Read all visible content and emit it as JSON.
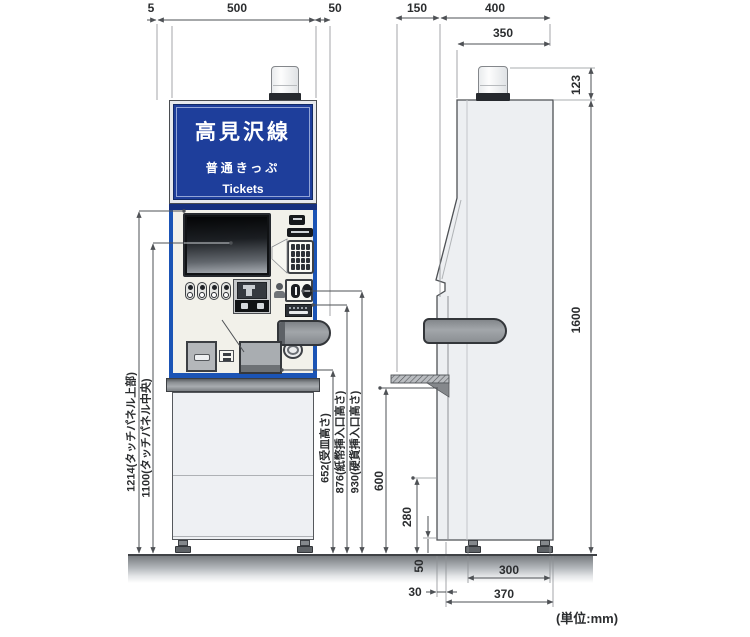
{
  "title_sign": {
    "line_name": "高見沢線",
    "ticket_type": "普通きっぷ",
    "ticket_en": "Tickets"
  },
  "dimensions": {
    "front_gap": "5",
    "front_width": "500",
    "front_protrusion": "50",
    "side_shelf_depth": "150",
    "side_depth": "400",
    "side_upper_depth": "350",
    "beacon_height": "123",
    "total_height": "1600",
    "touch_panel_top": "1214(タッチパネル上部)",
    "touch_panel_center": "1100(タッチパネル中央)",
    "tray_height": "652(受皿高さ)",
    "bill_slot_height": "876(紙幣挿入口高さ)",
    "coin_slot_height": "930(硬貨挿入口高さ)",
    "counter_height": "600",
    "kick_height": "280",
    "foot_height": "50",
    "base_offset": "30",
    "foot_span": "300",
    "base_depth": "370"
  },
  "note": {
    "units": "(単位:mm)"
  },
  "colors": {
    "sign-blue": "#1e3e9b",
    "panel-blue": "#1b54b5",
    "panel-fill": "#f2f1ea",
    "body-fill": "#eef0f3",
    "line-color": "#4e5155"
  }
}
